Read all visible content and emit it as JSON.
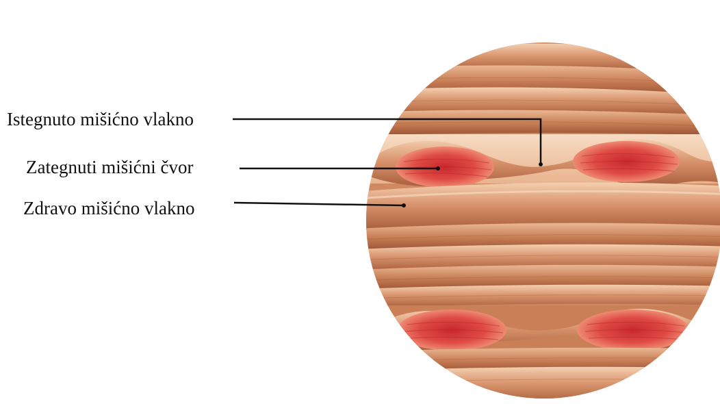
{
  "labels": {
    "stretched_fiber": "Istegnuto mišićno vlakno",
    "tight_knot": "Zategnuti mišićni čvor",
    "healthy_fiber": "Zdravo mišićno vlakno"
  },
  "colors": {
    "background": "#ffffff",
    "fiber_base": "#d9956e",
    "fiber_light": "#f0c7a6",
    "fiber_dark": "#a85e3c",
    "knot": "#e0413f",
    "leader_line": "#111111"
  },
  "icons": {
    "muscle_view": "circular-magnified-muscle-fiber-illustration"
  }
}
